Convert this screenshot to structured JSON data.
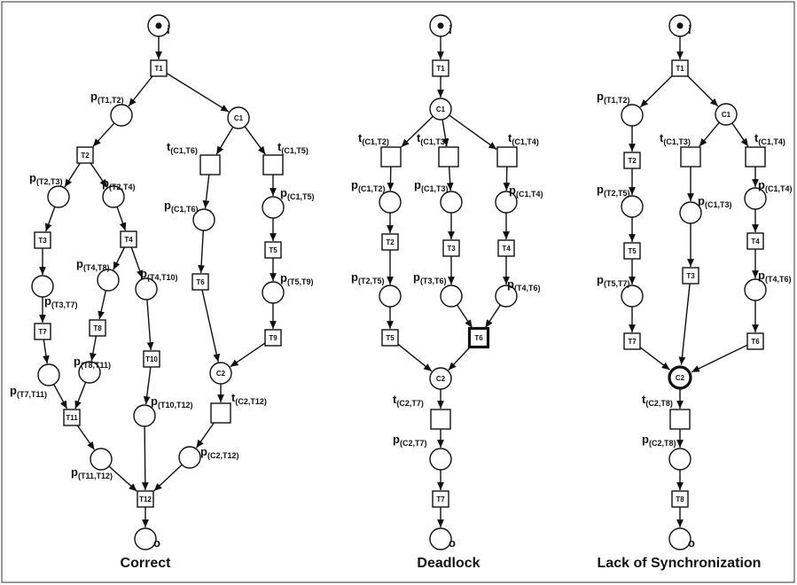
{
  "labels": {
    "i": "i",
    "o": "o",
    "p": "p",
    "t": "t",
    "T1": "T1",
    "T2": "T2",
    "T3": "T3",
    "T4": "T4",
    "T5": "T5",
    "T6": "T6",
    "T7": "T7",
    "T8": "T8",
    "T9": "T9",
    "T10": "T10",
    "T11": "T11",
    "T12": "T12",
    "C1": "C1",
    "C2": "C2",
    "s_T1T2": "(T1,T2)",
    "s_T2T3": "(T2,T3)",
    "s_T2T4": "(T2,T4)",
    "s_T3T7": "(T3,T7)",
    "s_T4T8": "(T4,T8)",
    "s_T4T10": "(T4,T10)",
    "s_T8T11": "(T8,T11)",
    "s_T7T11": "(T7,T11)",
    "s_T10T12": "(T10,T12)",
    "s_T11T12": "(T11,T12)",
    "s_C2T12": "(C2,T12)",
    "s_C1T6": "(C1,T6)",
    "s_C1T5": "(C1,T5)",
    "s_T5T9": "(T5,T9)",
    "s_C1T2": "(C1,T2)",
    "s_C1T3": "(C1,T3)",
    "s_C1T4": "(C1,T4)",
    "s_T2T5": "(T2,T5)",
    "s_T3T6": "(T3,T6)",
    "s_T4T6": "(T4,T6)",
    "s_C2T7": "(C2,T7)",
    "s_T5T7": "(T5,T7)",
    "s_C2T8": "(C2,T8)"
  },
  "captions": {
    "correct": "Correct",
    "deadlock": "Deadlock",
    "lack_of_sync": "Lack of Synchronization"
  }
}
